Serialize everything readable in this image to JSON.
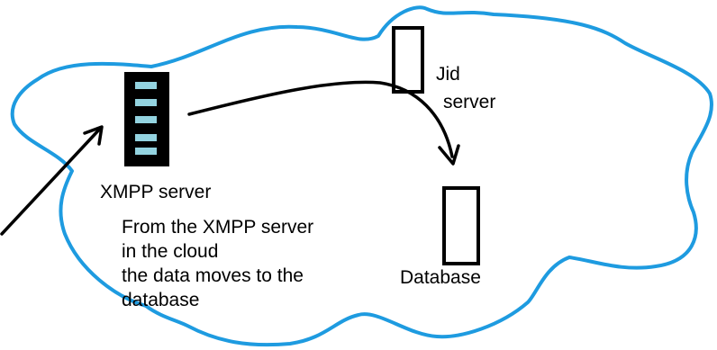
{
  "colors": {
    "cloud_outline": "#1e9be0",
    "server_body": "#000000",
    "server_slots": "#93d3e0",
    "ink": "#000000",
    "background": "#ffffff"
  },
  "icons": {
    "xmpp_server": "server-rack-icon",
    "jid_server": "rectangle-box-icon",
    "database": "rectangle-box-icon"
  },
  "labels": {
    "jid_server_line1": "Jid",
    "jid_server_line2": "server",
    "xmpp_server": "XMPP server",
    "database": "Database"
  },
  "caption": {
    "lines": [
      "From the XMPP server",
      "in the cloud",
      "the data moves to the",
      "database"
    ]
  }
}
